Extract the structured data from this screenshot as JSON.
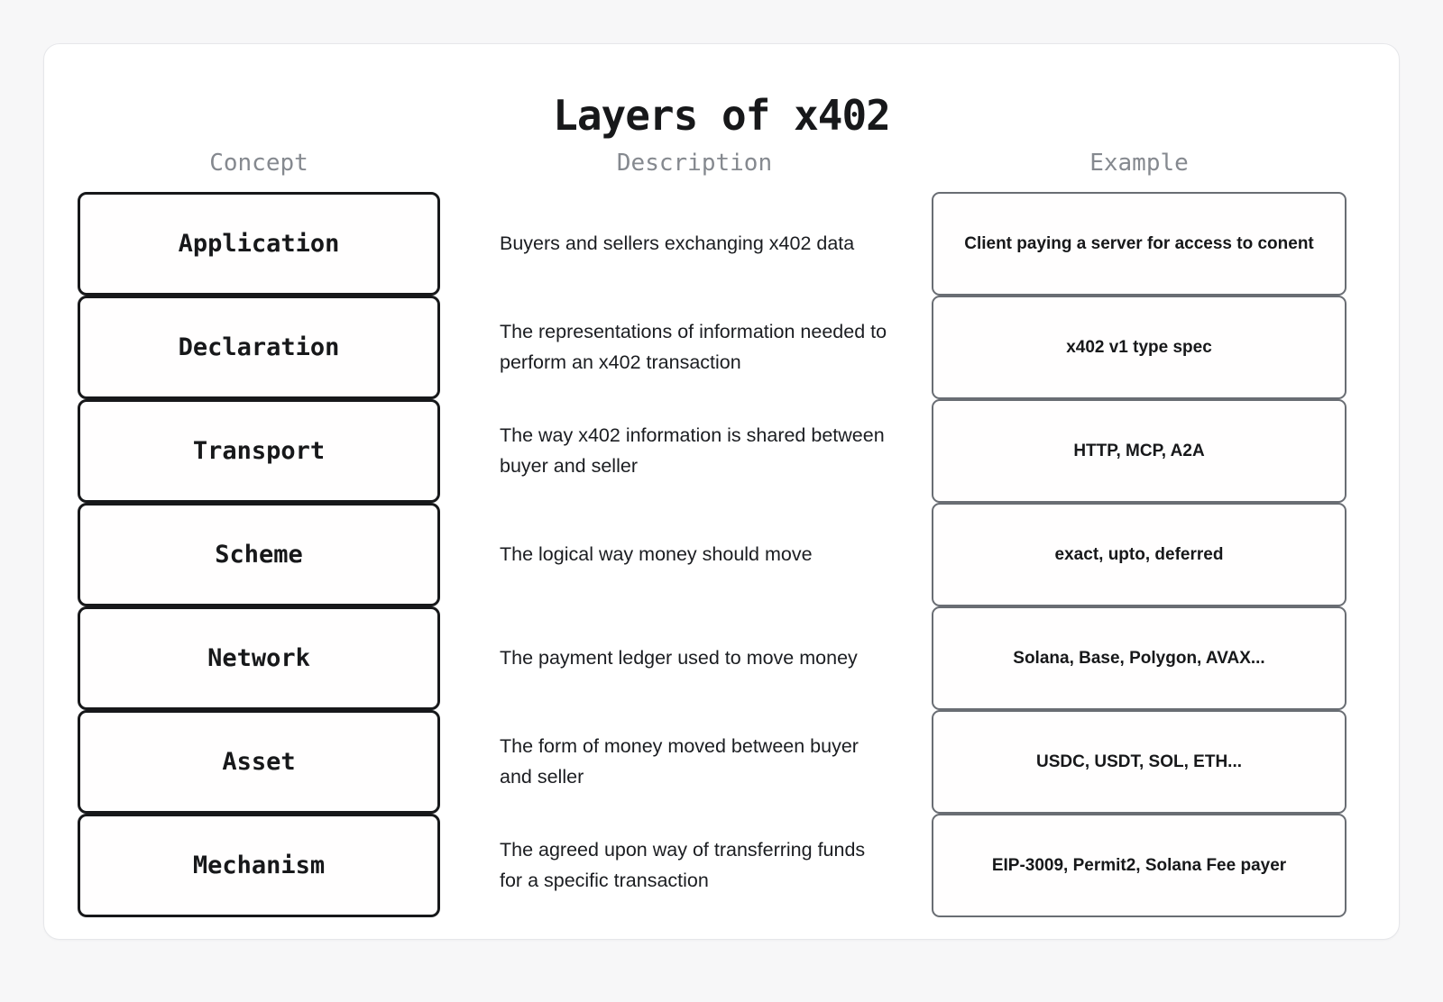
{
  "title": "Layers of x402",
  "columns": {
    "concept": "Concept",
    "description": "Description",
    "example": "Example"
  },
  "rows": [
    {
      "concept": "Application",
      "description": "Buyers and sellers exchanging x402 data",
      "example": "Client paying a server for access to conent"
    },
    {
      "concept": "Declaration",
      "description": "The representations of information needed to perform an x402 transaction",
      "example": "x402 v1 type spec"
    },
    {
      "concept": "Transport",
      "description": "The way x402 information is shared between buyer and seller",
      "example": "HTTP, MCP, A2A"
    },
    {
      "concept": "Scheme",
      "description": "The logical way money should move",
      "example": "exact, upto, deferred"
    },
    {
      "concept": "Network",
      "description": "The payment ledger used to move money",
      "example": "Solana, Base, Polygon, AVAX..."
    },
    {
      "concept": "Asset",
      "description": "The form of money moved between buyer and seller",
      "example": "USDC, USDT, SOL, ETH..."
    },
    {
      "concept": "Mechanism",
      "description": "The agreed upon way of transferring funds for a specific transaction",
      "example": "EIP-3009, Permit2, Solana Fee payer"
    }
  ],
  "colors": {
    "page_background": "#f7f7f8",
    "card_background": "#ffffff",
    "concept_border": "#17181a",
    "example_border": "#696d73",
    "header_text": "#85898f",
    "body_text": "#17181a"
  }
}
